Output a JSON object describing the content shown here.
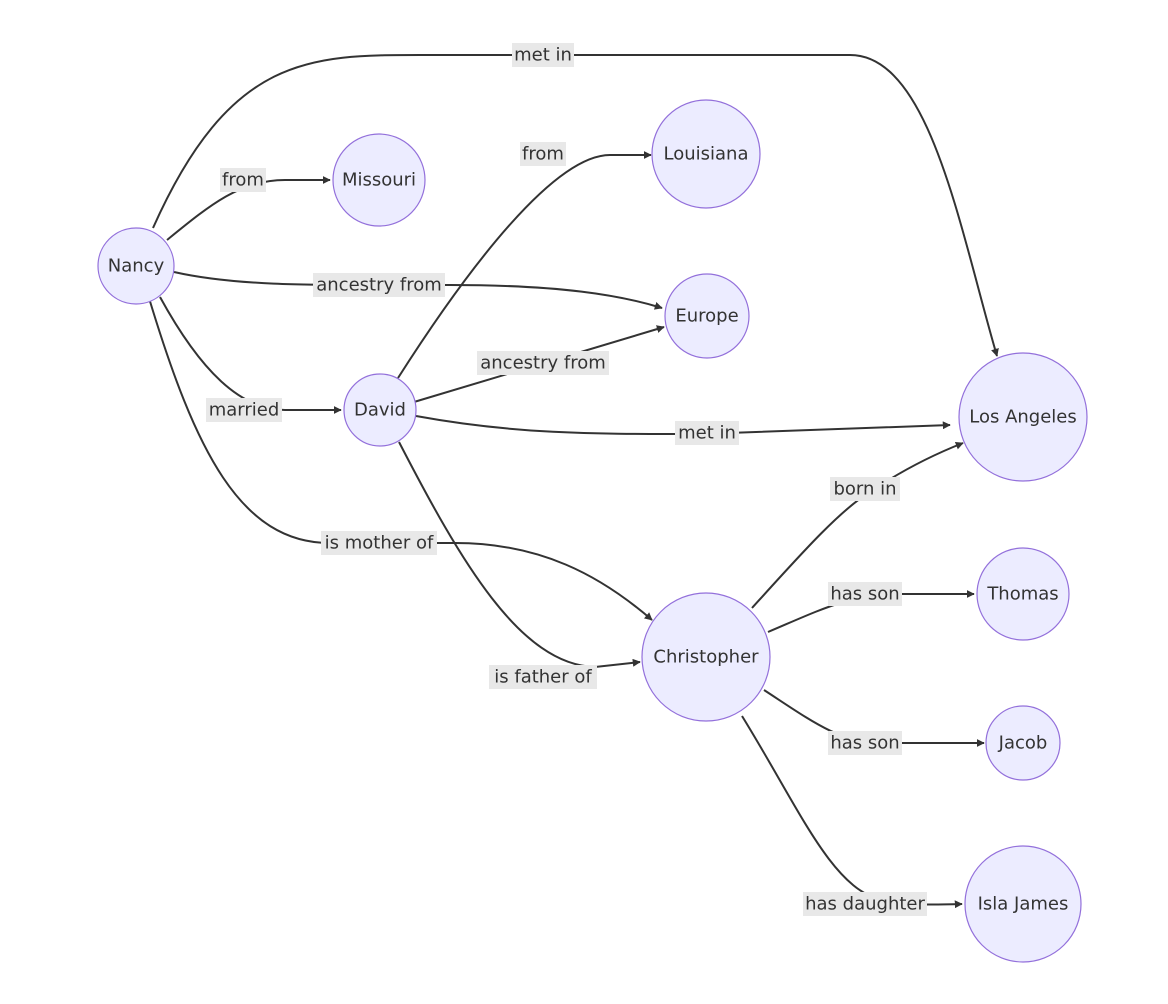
{
  "diagram": {
    "type": "flowchart",
    "colors": {
      "node_fill": "#ECECFF",
      "node_stroke": "#9370DB",
      "edge": "#333333",
      "label_background": "#e8e8e8",
      "text": "#333333"
    },
    "nodes": [
      {
        "id": "nancy",
        "label": "Nancy"
      },
      {
        "id": "missouri",
        "label": "Missouri"
      },
      {
        "id": "louisiana",
        "label": "Louisiana"
      },
      {
        "id": "europe",
        "label": "Europe"
      },
      {
        "id": "david",
        "label": "David"
      },
      {
        "id": "los_angeles",
        "label": "Los Angeles"
      },
      {
        "id": "christopher",
        "label": "Christopher"
      },
      {
        "id": "thomas",
        "label": "Thomas"
      },
      {
        "id": "jacob",
        "label": "Jacob"
      },
      {
        "id": "isla_james",
        "label": "Isla James"
      }
    ],
    "edges": [
      {
        "id": "nancy-losangeles",
        "from": "nancy",
        "to": "los_angeles",
        "label": "met in"
      },
      {
        "id": "nancy-missouri",
        "from": "nancy",
        "to": "missouri",
        "label": "from"
      },
      {
        "id": "david-louisiana",
        "from": "david",
        "to": "louisiana",
        "label": "from"
      },
      {
        "id": "nancy-europe",
        "from": "nancy",
        "to": "europe",
        "label": "ancestry from"
      },
      {
        "id": "david-europe",
        "from": "david",
        "to": "europe",
        "label": "ancestry from"
      },
      {
        "id": "nancy-david",
        "from": "nancy",
        "to": "david",
        "label": "married"
      },
      {
        "id": "david-losangeles",
        "from": "david",
        "to": "los_angeles",
        "label": "met in"
      },
      {
        "id": "christopher-losangeles",
        "from": "christopher",
        "to": "los_angeles",
        "label": "born in"
      },
      {
        "id": "nancy-christopher",
        "from": "nancy",
        "to": "christopher",
        "label": "is mother of"
      },
      {
        "id": "christopher-thomas",
        "from": "christopher",
        "to": "thomas",
        "label": "has son"
      },
      {
        "id": "david-christopher",
        "from": "david",
        "to": "christopher",
        "label": "is father of"
      },
      {
        "id": "christopher-jacob",
        "from": "christopher",
        "to": "jacob",
        "label": "has son"
      },
      {
        "id": "christopher-islajames",
        "from": "christopher",
        "to": "isla_james",
        "label": "has daughter"
      }
    ]
  }
}
